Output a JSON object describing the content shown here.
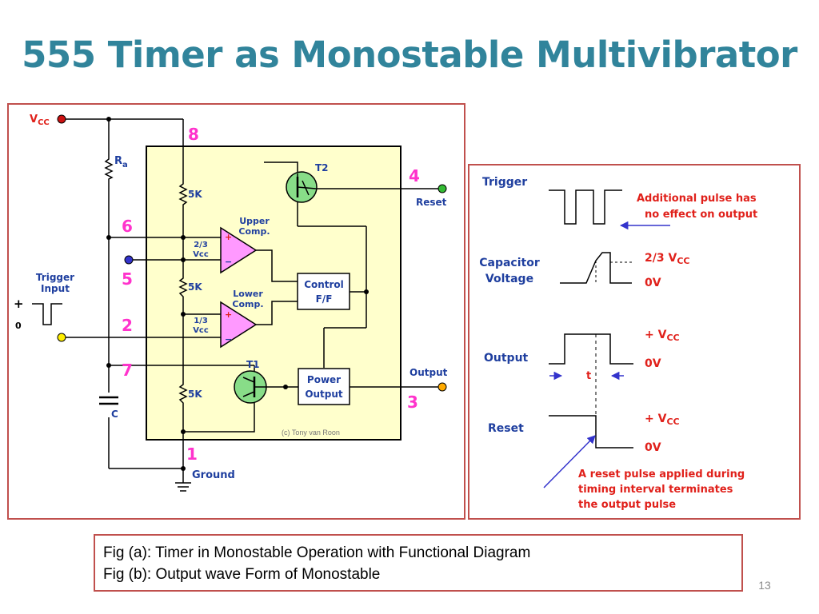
{
  "title": "555 Timer as Monostable Multivibrator",
  "caption": {
    "line1": "Fig (a): Timer in Monostable Operation with Functional Diagram",
    "line2": "Fig (b): Output wave Form of Monostable"
  },
  "slide_number": "13",
  "colors": {
    "title": "#31849b",
    "frame_border": "#c0504d",
    "chip_fill": "#ffffcc",
    "pin_number": "#ff33cc",
    "label_blue": "#1f3f9f",
    "annotation_red": "#e0201a"
  },
  "circuit": {
    "vcc": "V",
    "vcc_sub": "CC",
    "ra": "R",
    "ra_sub": "a",
    "resistor_label": "5K",
    "capacitor": "C",
    "ground": "Ground",
    "trigger_input": [
      "Trigger",
      "Input"
    ],
    "plus": "+",
    "zero": "0",
    "upper_comp": [
      "Upper",
      "Comp."
    ],
    "lower_comp": [
      "Lower",
      "Comp."
    ],
    "upper_ref": [
      "2/3",
      "Vcc"
    ],
    "lower_ref": [
      "1/3",
      "Vcc"
    ],
    "control_ff": [
      "Control",
      "F/F"
    ],
    "power_output": [
      "Power",
      "Output"
    ],
    "t1": "T1",
    "t2": "T2",
    "reset": "Reset",
    "output": "Output",
    "copyright": "(c) Tony van Roon",
    "pins": {
      "p8": "8",
      "p6": "6",
      "p5": "5",
      "p2": "2",
      "p7": "7",
      "p1": "1",
      "p4": "4",
      "p3": "3"
    },
    "comp_plus": "+",
    "comp_minus": "−"
  },
  "waveforms": {
    "trigger": "Trigger",
    "capacitor_voltage": [
      "Capacitor",
      "Voltage"
    ],
    "output": "Output",
    "reset": "Reset",
    "additional_pulse_note": [
      "Additional pulse has",
      "no effect on output"
    ],
    "reset_note": [
      "A reset pulse applied during",
      "timing interval terminates",
      "the output pulse"
    ],
    "two_thirds_vcc": "2/3 V",
    "plus_vcc": "+ V",
    "vcc_sub": "CC",
    "zero_v": "0V",
    "t": "t"
  }
}
